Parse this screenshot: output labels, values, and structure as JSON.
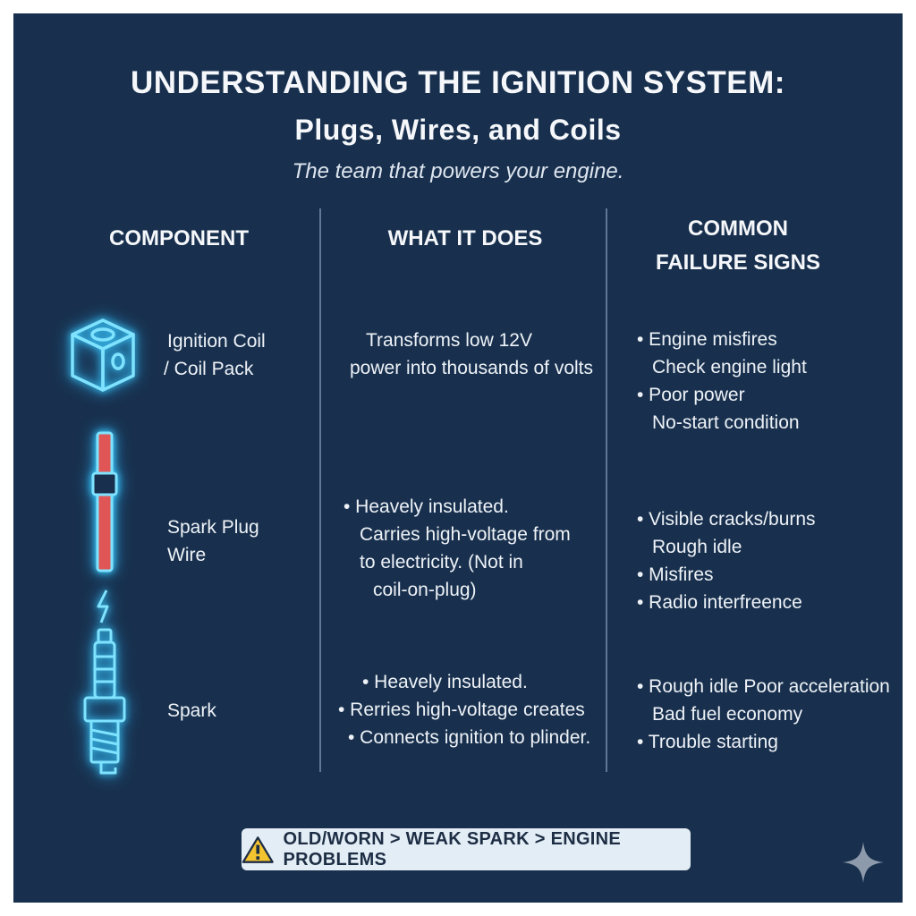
{
  "title_line1": "UNDERSTANDING THE IGNITION SYSTEM:",
  "title_line2": "Plugs, Wires, and Coils",
  "subtitle": "The team that powers your engine.",
  "columns": {
    "component": "COMPONENT",
    "what_it_does": "WHAT IT DOES",
    "failure_line1": "COMMON",
    "failure_line2": "FAILURE SIGNS"
  },
  "rows": [
    {
      "icon": "ignition-coil-icon",
      "name_lines": [
        "Ignition Coil",
        "/ Coil Pack"
      ],
      "does_lines": [
        "Transforms low 12V",
        "power into thousands of volts"
      ],
      "signs_lines": [
        "• Engine misfires",
        "Check engine light",
        "• Poor power",
        "No-start condition"
      ]
    },
    {
      "icon": "spark-plug-wire-icon",
      "name_lines": [
        "Spark Plug",
        "Wire"
      ],
      "does_lines": [
        "• Heavely insulated.",
        "Carries high-voltage from",
        "to electricity. (Not in",
        "coil-on-plug)"
      ],
      "signs_lines": [
        "• Visible cracks/burns",
        "Rough idle",
        "• Misfires",
        "• Radio interfreence"
      ]
    },
    {
      "icon": "spark-plug-icon",
      "name_lines": [
        "Spark"
      ],
      "does_lines": [
        "• Heavely insulated.",
        "• Rerries high-voltage creates",
        "• Connects ignition to plinder."
      ],
      "signs_lines": [
        "• Rough idle Poor acceleration",
        "Bad fuel economy",
        "• Trouble starting"
      ]
    }
  ],
  "warning": "OLD/WORN > WEAK SPARK > ENGINE PROBLEMS",
  "colors": {
    "background": "#18304e",
    "icon_glow": "#3fd0ff",
    "wire_red": "#e05555",
    "warning_yellow": "#f4c430"
  }
}
